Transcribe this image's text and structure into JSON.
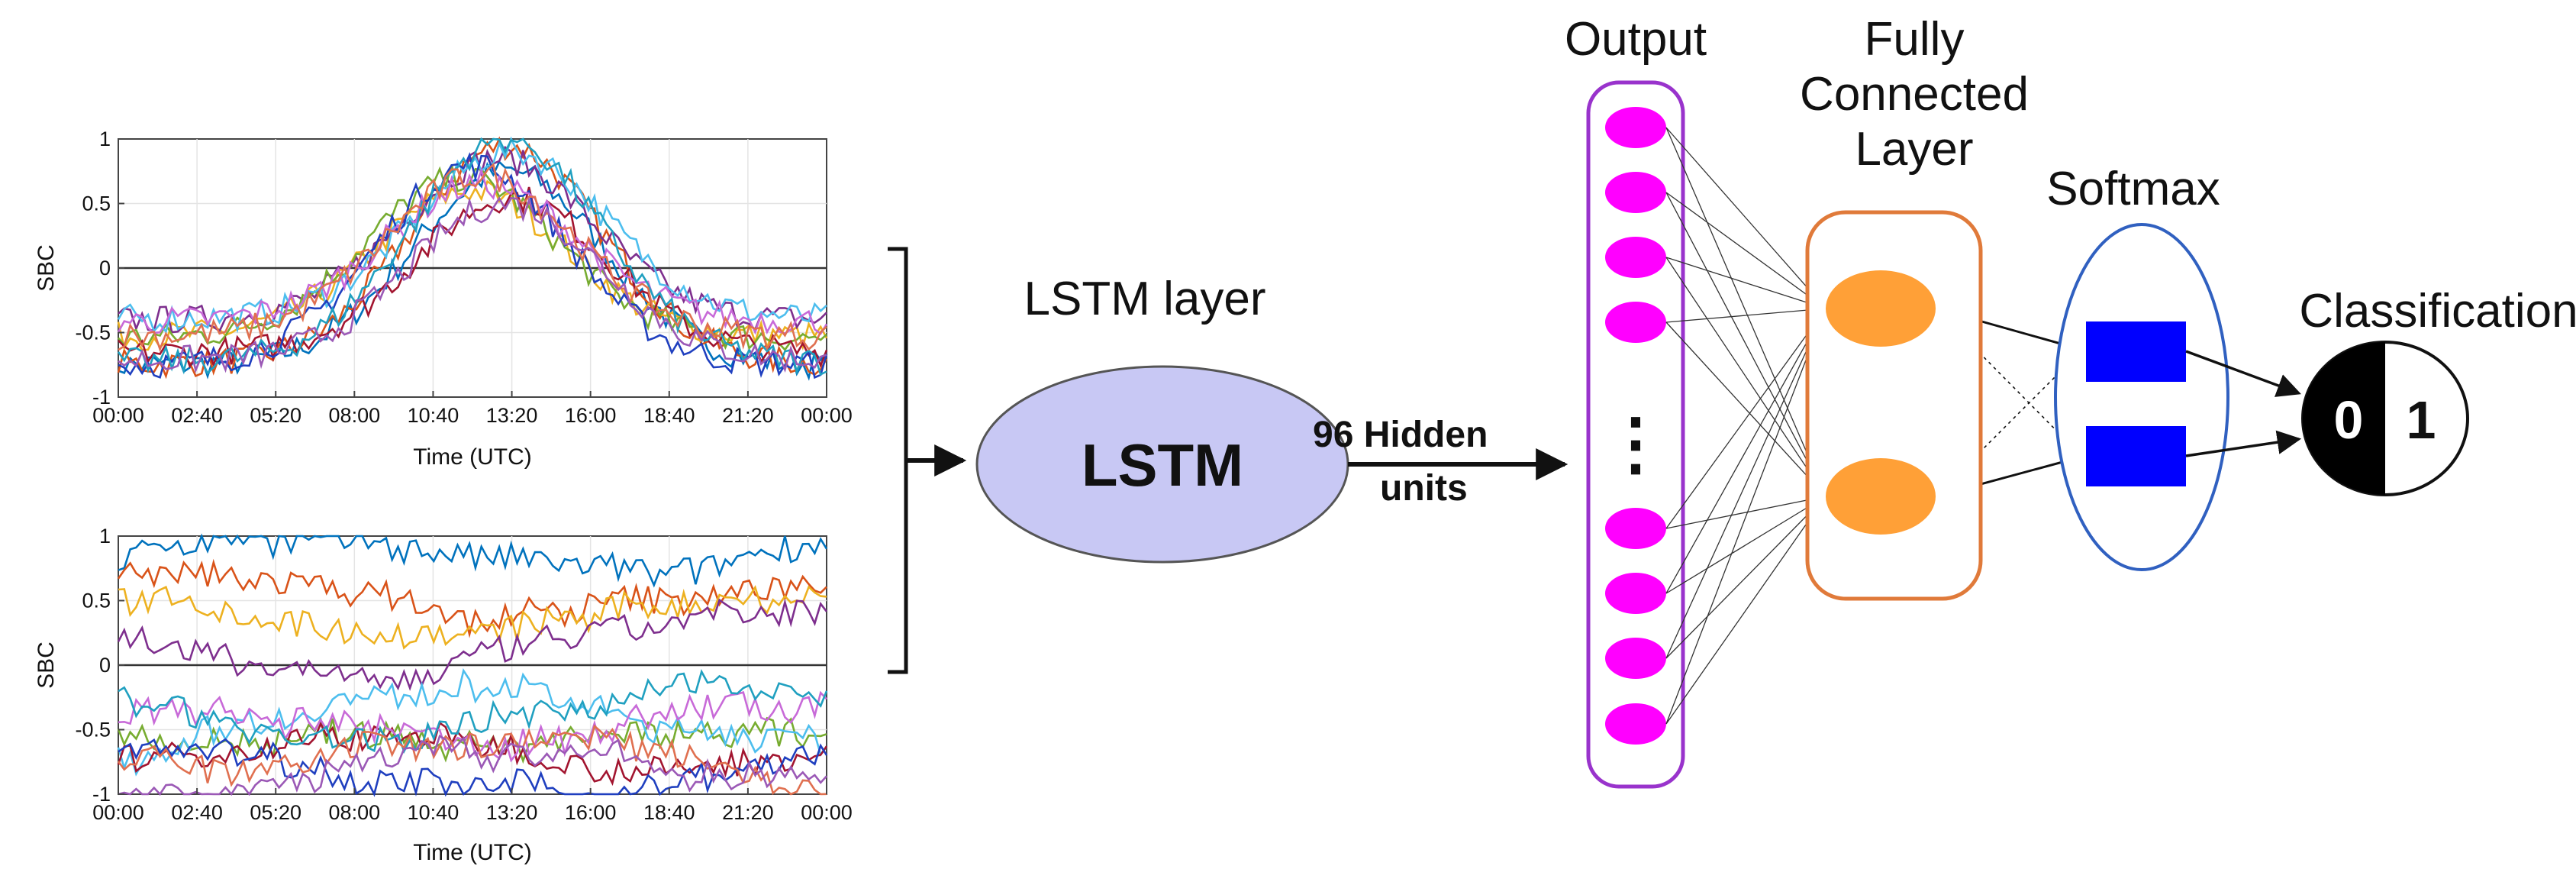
{
  "plots": [
    {
      "ylabel": "SBC",
      "xlabel": "Time (UTC)",
      "xticks": [
        "00:00",
        "02:40",
        "05:20",
        "08:00",
        "10:40",
        "13:20",
        "16:00",
        "18:40",
        "21:20",
        "00:00"
      ],
      "yticks": [
        "-1",
        "-0.5",
        "0",
        "0.5",
        "1"
      ]
    },
    {
      "ylabel": "SBC",
      "xlabel": "Time (UTC)",
      "xticks": [
        "00:00",
        "02:40",
        "05:20",
        "08:00",
        "10:40",
        "13:20",
        "16:00",
        "18:40",
        "21:20",
        "00:00"
      ],
      "yticks": [
        "-1",
        "-0.5",
        "0",
        "0.5",
        "1"
      ]
    }
  ],
  "lstm": {
    "heading": "LSTM layer",
    "node": "LSTM"
  },
  "hidden": {
    "line1": "96 Hidden",
    "line2": "units"
  },
  "output": {
    "label": "Output",
    "ellipsis": "⋮",
    "color": "#ff00ff",
    "border": "#9933cc"
  },
  "fc": {
    "line1": "Fully",
    "line2": "Connected",
    "line3": "Layer",
    "color": "#ffa037",
    "border": "#e07a3a"
  },
  "softmax": {
    "label": "Softmax",
    "color": "#0000ff",
    "border": "#3060c0"
  },
  "classification": {
    "label": "Classification",
    "zero": "0",
    "one": "1"
  },
  "lstm_fill": "#c8c8f4"
}
